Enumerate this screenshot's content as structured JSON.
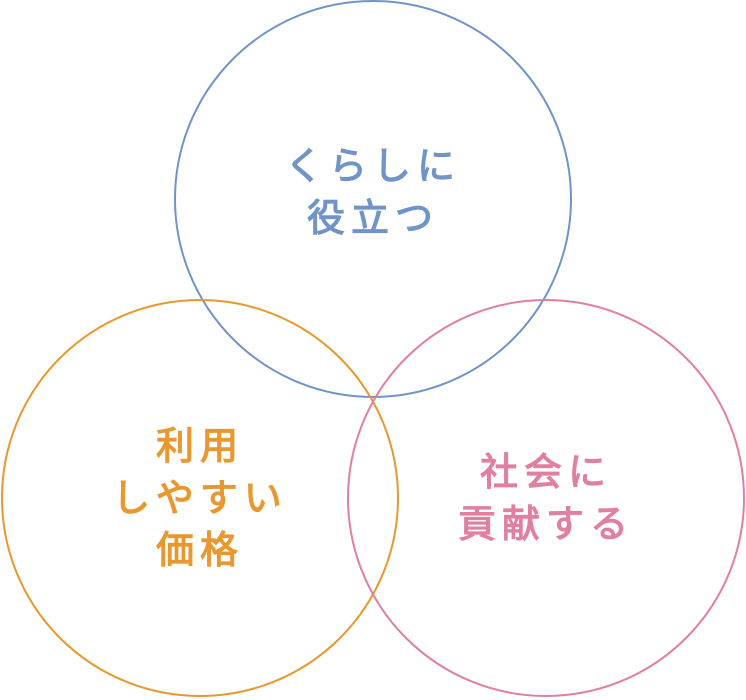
{
  "circles": {
    "top": {
      "lines": [
        "くらしに",
        "役立つ"
      ],
      "color": "#7094c8"
    },
    "left": {
      "lines": [
        "利用",
        "しやすい",
        "価格"
      ],
      "color": "#e8982e"
    },
    "right": {
      "lines": [
        "社会に",
        "貢献する"
      ],
      "color": "#e07fa0"
    }
  }
}
